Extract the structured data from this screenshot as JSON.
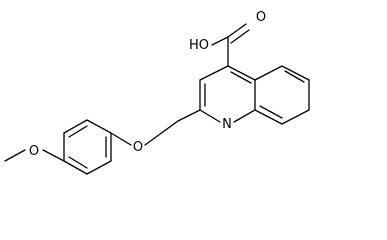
{
  "molecule": {
    "atoms": {
      "methoxy_o": "O",
      "ether_o": "O",
      "hydroxyl": "HO",
      "carbonyl_o": "O",
      "ring_n": "N"
    }
  }
}
